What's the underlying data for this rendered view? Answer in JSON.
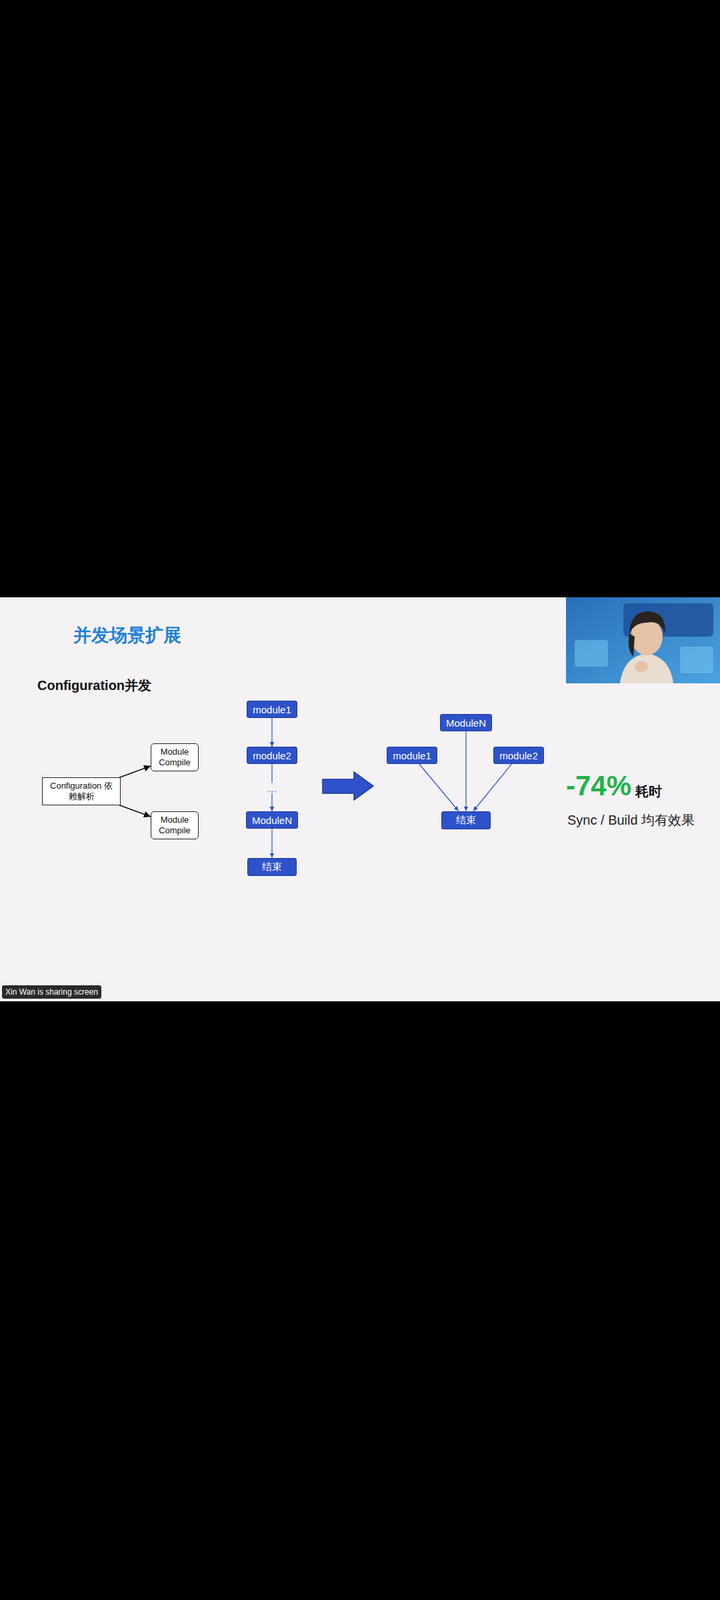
{
  "diagram": {
    "title": "并发场景扩展",
    "nodes": [
      {
        "text": [
          "Configuration 依赖解析"
        ]
      },
      {
        "text": [
          "Module Compile"
        ]
      },
      {
        "text": [
          "Module Compile"
        ]
      },
      {
        "text": [
          "module1"
        ]
      },
      {
        "text": [
          "module2"
        ]
      },
      {
        "text": [
          "ModuleN"
        ]
      },
      {
        "text": [
          "结束"
        ]
      },
      {
        "text": [
          "ModuleN"
        ]
      },
      {
        "text": [
          "module1"
        ]
      },
      {
        "text": [
          "module2"
        ]
      },
      {
        "text": [
          "结束"
        ]
      }
    ],
    "edges": [
      {
        "from": 0,
        "to": 1,
        "arrow": "to"
      },
      {
        "from": 0,
        "to": 2,
        "arrow": "to"
      },
      {
        "from": 3,
        "to": 4,
        "arrow": "to"
      },
      {
        "from": 4,
        "to": 5,
        "label": "…",
        "arrow": "to"
      },
      {
        "from": 5,
        "to": 6,
        "arrow": "to"
      },
      {
        "from": 8,
        "to": 10,
        "arrow": "to"
      },
      {
        "from": 7,
        "to": 10,
        "arrow": "to"
      },
      {
        "from": 9,
        "to": 10,
        "arrow": "to"
      }
    ],
    "labels": [
      "Configuration并发",
      "-74%",
      "耗时",
      "Sync / Build 均有效果",
      "Xin Wan is sharing screen"
    ]
  }
}
